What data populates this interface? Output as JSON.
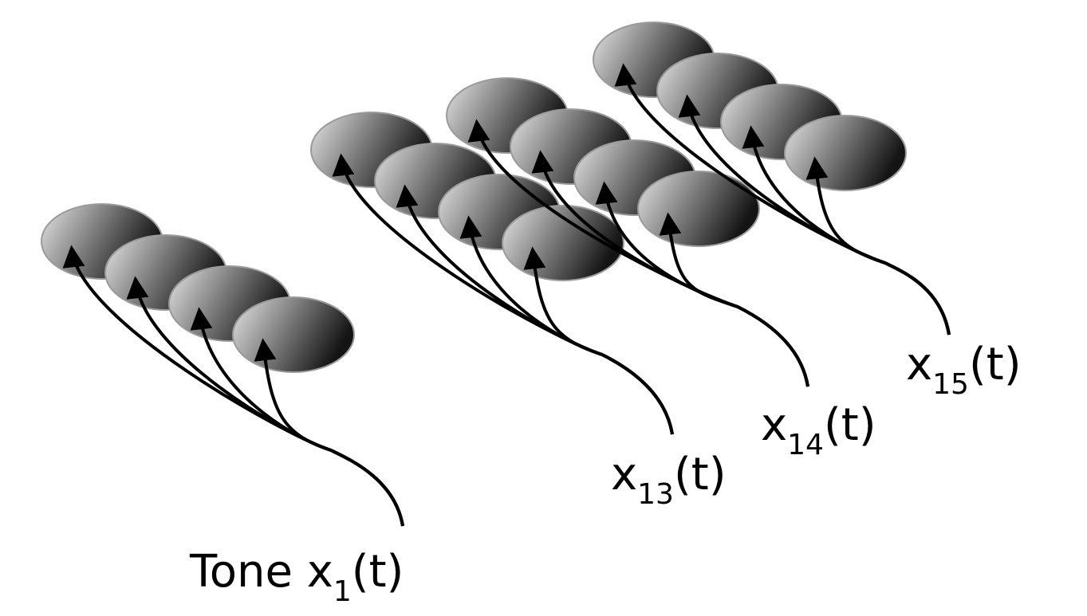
{
  "groups": [
    {
      "prefix": "Tone x",
      "subscript": "1",
      "suffix": "(t)",
      "units": 4
    },
    {
      "prefix": "x",
      "subscript": "13",
      "suffix": "(t)",
      "units": 4
    },
    {
      "prefix": "x",
      "subscript": "14",
      "suffix": "(t)",
      "units": 4
    },
    {
      "prefix": "x",
      "subscript": "15",
      "suffix": "(t)",
      "units": 4
    }
  ],
  "colors": {
    "ellipse_light": "#e6e6e6",
    "ellipse_dark": "#141414",
    "ellipse_stroke": "#9a9a9a",
    "arrow": "#000000",
    "background": "#ffffff"
  },
  "icons": {
    "unit": "ellipse-neuron-icon",
    "connection": "arrow-icon"
  }
}
